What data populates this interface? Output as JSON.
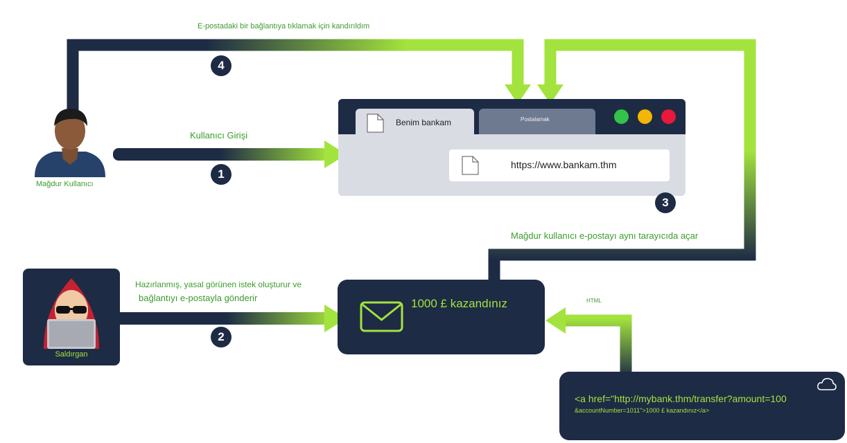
{
  "actors": {
    "victim_label": "Mağdur Kullanıcı",
    "attacker_label": "Saldırgan"
  },
  "steps": {
    "s1": {
      "number": "1",
      "label": "Kullanıcı Girişi"
    },
    "s2": {
      "number": "2",
      "label_line1": "Hazırlanmış, yasal görünen istek oluşturur ve",
      "label_line2": "bağlantıyı e-postayla gönderir"
    },
    "s3": {
      "number": "3",
      "label": "Mağdur kullanıcı e-postayı aynı tarayıcıda açar"
    },
    "s4": {
      "number": "4",
      "label": "E-postadaki bir bağlantıya tıklamak için kandırıldım"
    }
  },
  "browser": {
    "tab_active": "Benim bankam",
    "tab_inactive": "Postalamak",
    "url": "https://www.bankam.thm"
  },
  "email": {
    "subject": "1000 £ kazandınız"
  },
  "payload": {
    "tag": "HTML",
    "line1": "<a href=\"http://mybank.thm/transfer?amount=100",
    "line2": "&accountNumber=1011\">1000 £ kazandınız</a>"
  },
  "colors": {
    "navy": "#1e2b45",
    "lime": "#a3e33d",
    "green_text": "#3a9c2a",
    "dot_green": "#33c24a",
    "dot_yellow": "#f2b705",
    "dot_red": "#e8193c"
  }
}
